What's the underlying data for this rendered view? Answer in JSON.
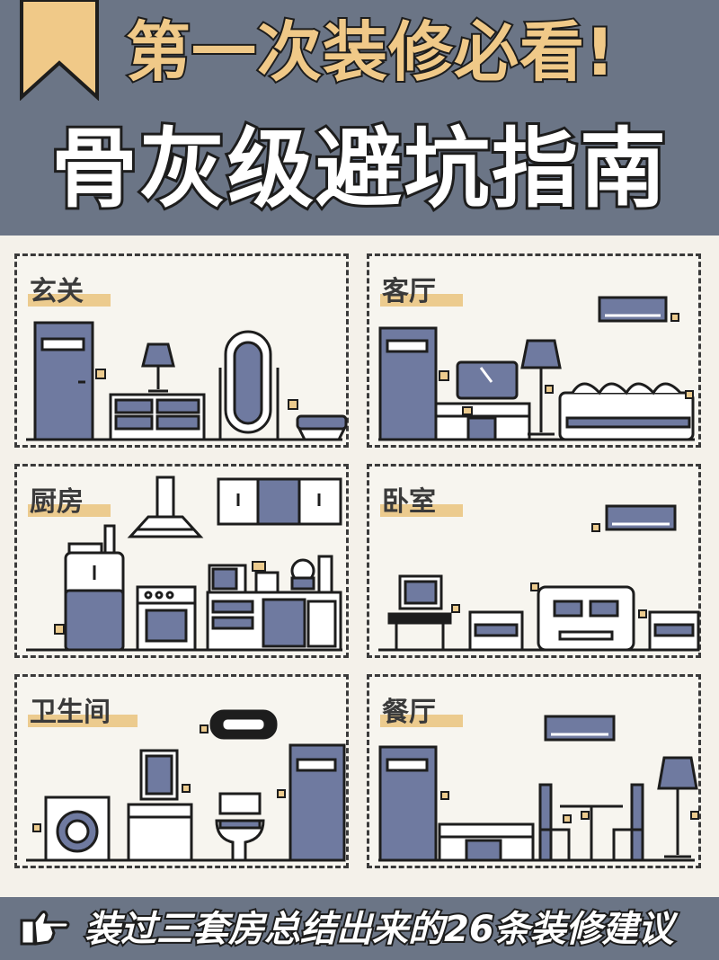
{
  "header": {
    "title_line1": "第一次装修必看!",
    "title_line2": "骨灰级避坑指南"
  },
  "rooms": [
    {
      "label": "玄关"
    },
    {
      "label": "客厅"
    },
    {
      "label": "厨房"
    },
    {
      "label": "卧室"
    },
    {
      "label": "卫生间"
    },
    {
      "label": "餐厅"
    }
  ],
  "footer": {
    "text": "装过三套房总结出来的26条装修建议"
  },
  "colors": {
    "header_bg": "#6b7586",
    "accent_gold": "#f0c988",
    "highlight": "#eccb8e",
    "furniture_blue": "#6f7aa0",
    "outline": "#1d1d1d",
    "page_bg": "#f4f1ea"
  }
}
